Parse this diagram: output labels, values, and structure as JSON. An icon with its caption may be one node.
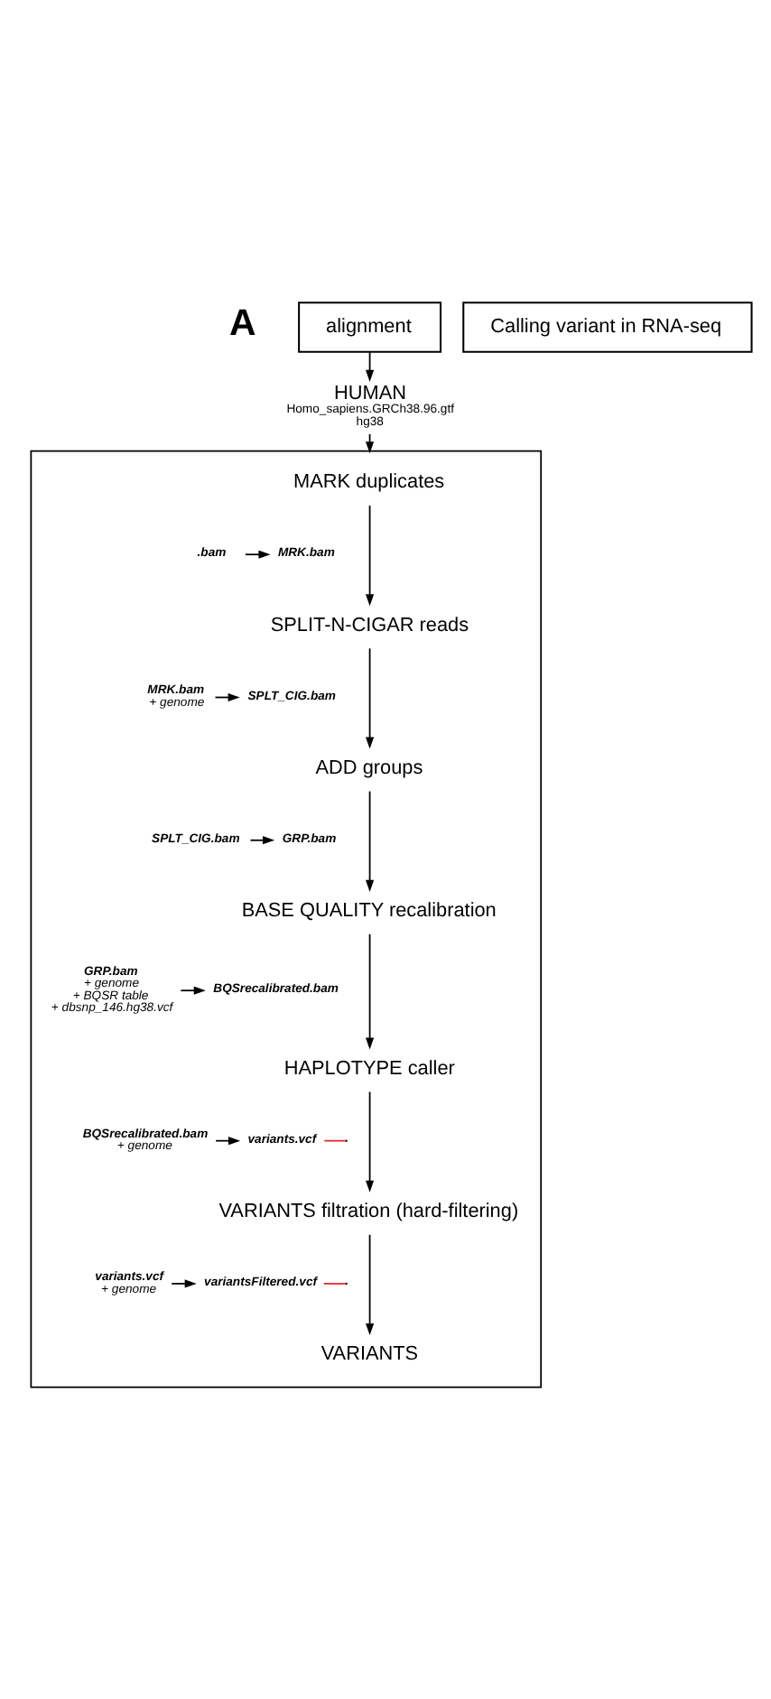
{
  "diagram": {
    "nodes": [
      {
        "text": [
          "alignment"
        ]
      },
      {
        "text": [
          "HUMAN",
          "Homo_sapiens.GRCh38.96.gtf",
          "hg38"
        ]
      },
      {
        "text": [],
        "shape": "box"
      },
      {
        "text": [
          "MARK duplicates"
        ],
        "in": 2
      },
      {
        "text": [
          ".bam"
        ],
        "in": 2
      },
      {
        "text": [
          "MRK.bam"
        ],
        "in": 2
      },
      {
        "text": [
          "SPLIT-N-CIGAR reads"
        ],
        "in": 2
      },
      {
        "text": [
          "MRK.bam",
          "+ genome"
        ],
        "in": 2
      },
      {
        "text": [
          "SPLT_CIG.bam"
        ],
        "in": 2
      },
      {
        "text": [
          "ADD groups"
        ],
        "in": 2
      },
      {
        "text": [
          "SPLT_CIG.bam"
        ],
        "in": 2
      },
      {
        "text": [
          "GRP.bam"
        ],
        "in": 2
      },
      {
        "text": [
          "BASE QUALITY recalibration"
        ],
        "in": 2
      },
      {
        "text": [
          "GRP.bam",
          "+ genome",
          "+ BQSR table",
          "+ dbsnp_146.hg38.vcf"
        ],
        "in": 2
      },
      {
        "text": [
          "BQSrecalibrated.bam"
        ],
        "in": 2
      },
      {
        "text": [
          "HAPLOTYPE caller"
        ],
        "in": 2
      },
      {
        "text": [
          "BQSrecalibrated.bam",
          "+ genome"
        ],
        "in": 2
      },
      {
        "text": [
          "variants.vcf"
        ],
        "in": 2
      },
      {
        "text": [
          "VARIANTS filtration (hard-filtering)"
        ],
        "in": 2
      },
      {
        "text": [
          "variants.vcf",
          "+ genome"
        ],
        "in": 2
      },
      {
        "text": [
          "variantsFiltered.vcf"
        ],
        "in": 2
      },
      {
        "text": [
          "VARIANTS"
        ],
        "in": 2
      },
      {
        "text": [
          "Calling variant in RNA-seq"
        ]
      }
    ],
    "edges": [
      {
        "from": 0,
        "to": 1,
        "arrow": "to"
      },
      {
        "from": 1,
        "to": 2,
        "arrow": "to"
      },
      {
        "from": 3,
        "to": 6,
        "arrow": "to"
      },
      {
        "from": 4,
        "to": 5,
        "arrow": "to"
      },
      {
        "from": 6,
        "to": 9,
        "arrow": "to"
      },
      {
        "from": 7,
        "to": 8,
        "arrow": "to"
      },
      {
        "from": 9,
        "to": 12,
        "arrow": "to"
      },
      {
        "from": 10,
        "to": 11,
        "arrow": "to"
      },
      {
        "from": 12,
        "to": 15,
        "arrow": "to"
      },
      {
        "from": 13,
        "to": 14,
        "arrow": "to"
      },
      {
        "from": 15,
        "to": 18,
        "arrow": "to"
      },
      {
        "from": 16,
        "to": 17,
        "arrow": "to"
      },
      {
        "from": 18,
        "to": 21,
        "arrow": "to"
      },
      {
        "from": 19,
        "to": 20,
        "arrow": "to"
      },
      {
        "from": 17,
        "to": null,
        "arrow": "none",
        "color": "#e8262b"
      },
      {
        "from": 20,
        "to": null,
        "arrow": "none",
        "color": "#e8262b"
      }
    ],
    "labels": [
      "A"
    ]
  }
}
